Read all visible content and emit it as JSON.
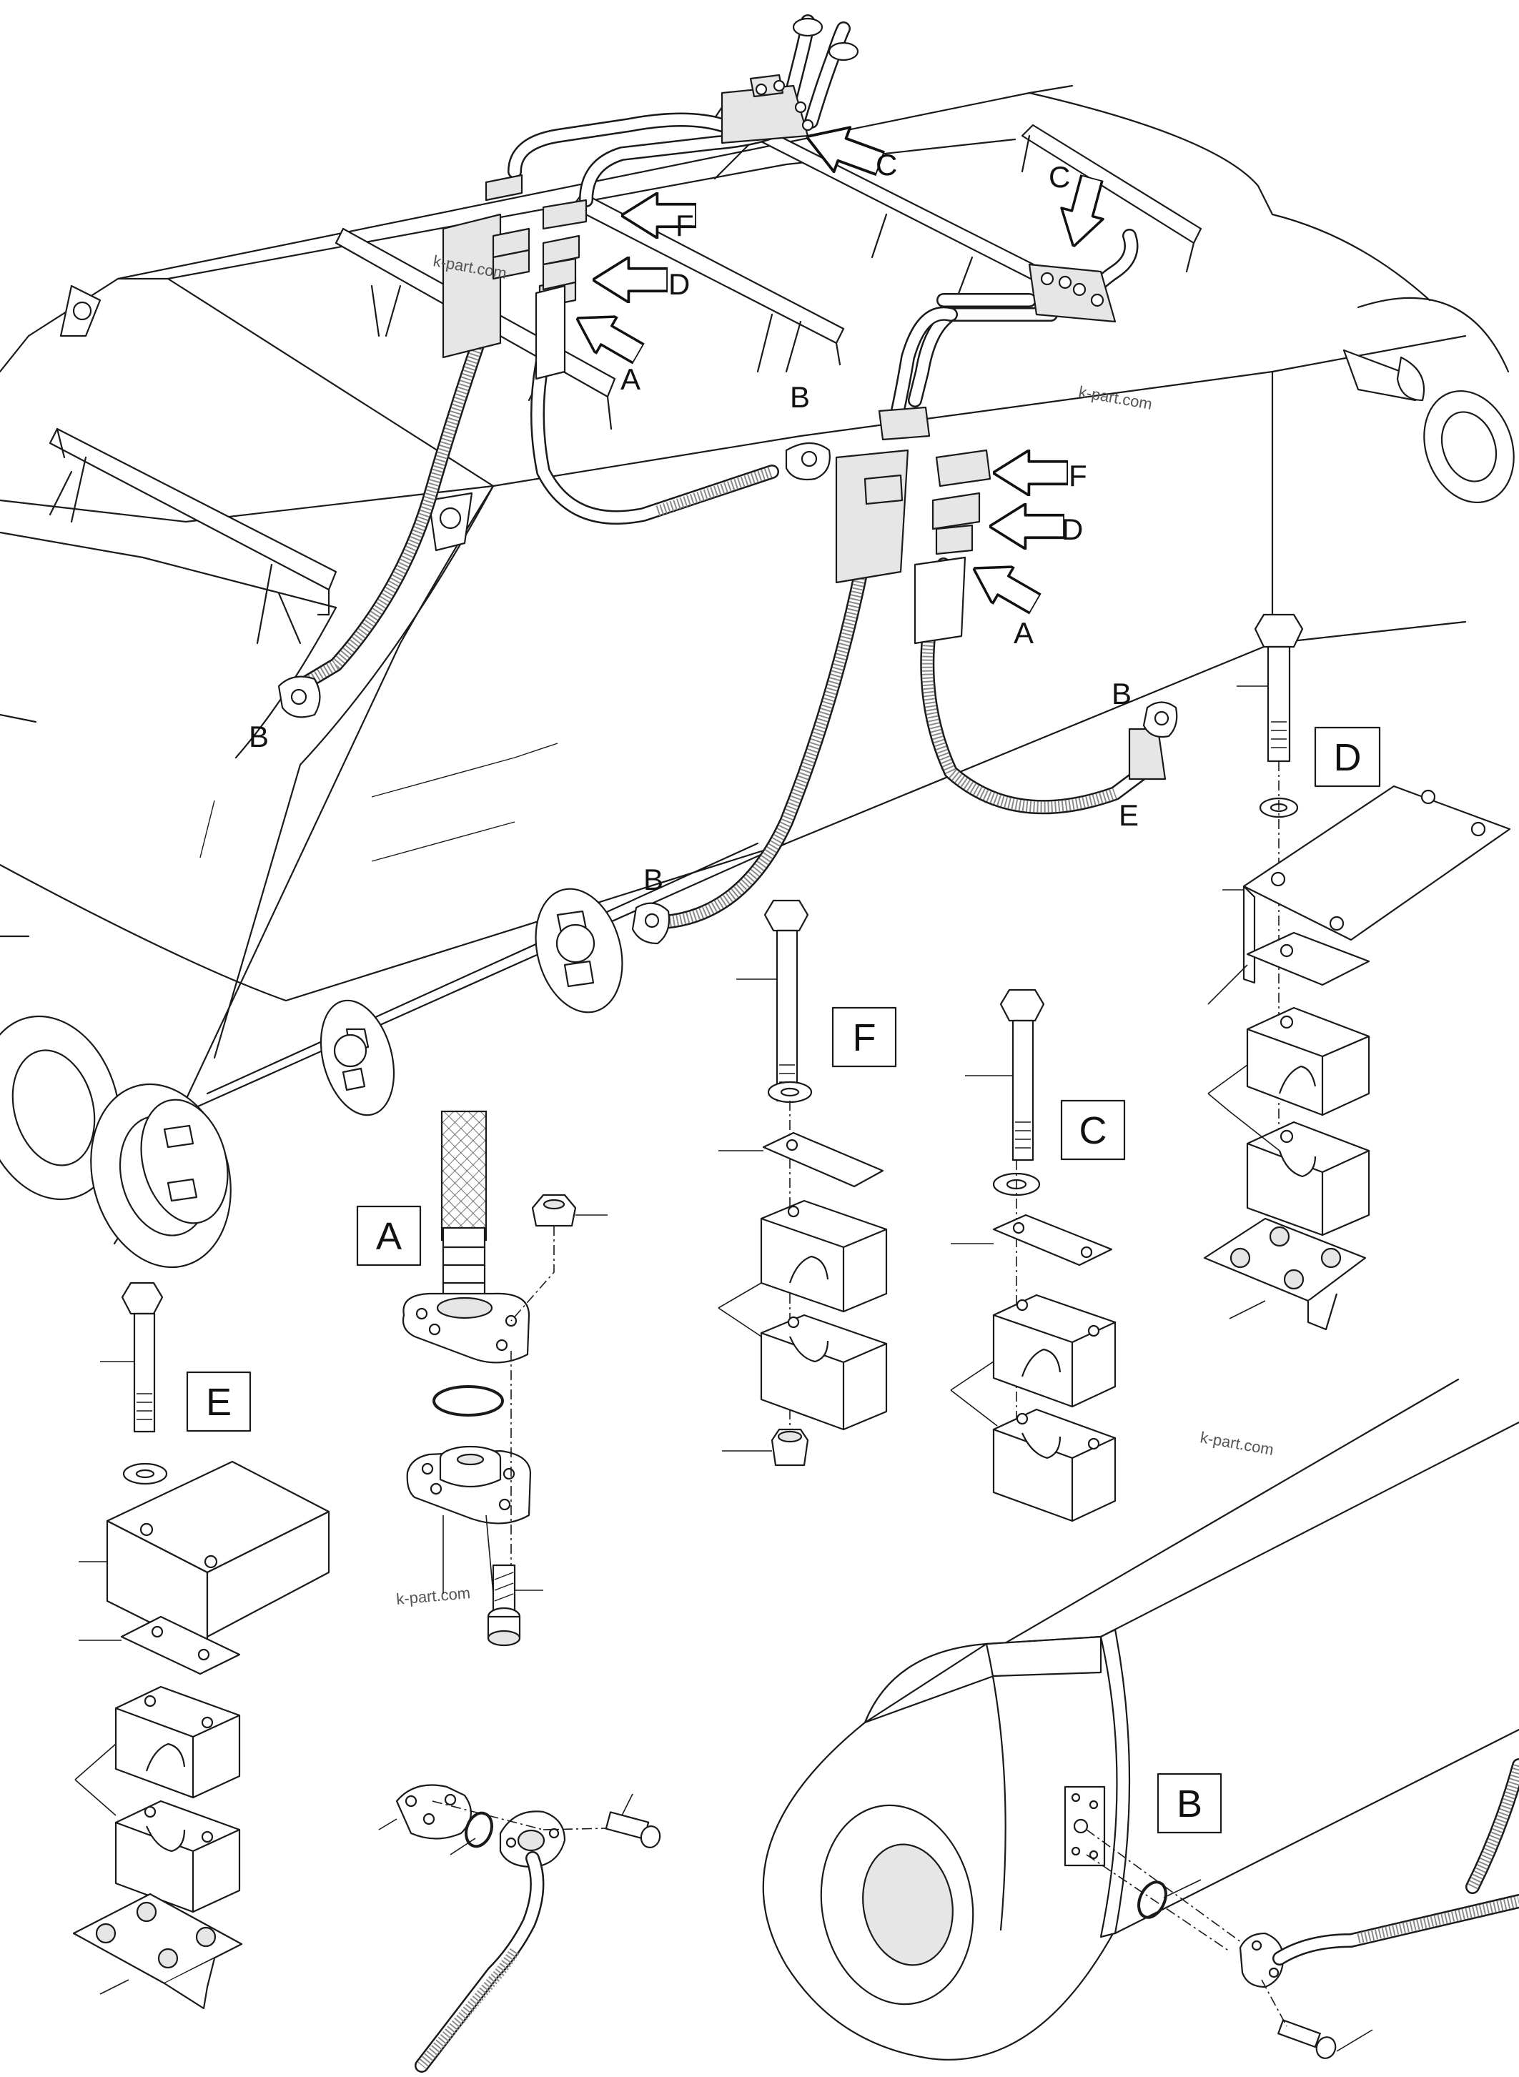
{
  "callouts": {
    "A1": "A",
    "A2": "A",
    "B1": "B",
    "B2": "B",
    "B3": "B",
    "B4": "B",
    "C1": "C",
    "C2": "C",
    "D1": "D",
    "D2": "D",
    "E1": "E",
    "F1": "F",
    "F2": "F"
  },
  "detail_boxes": {
    "A": "A",
    "B": "B",
    "C": "C",
    "D": "D",
    "E": "E",
    "F": "F"
  },
  "watermarks": [
    "k-part.com",
    "k-part.com",
    "k-part.com",
    "k-part.com"
  ]
}
